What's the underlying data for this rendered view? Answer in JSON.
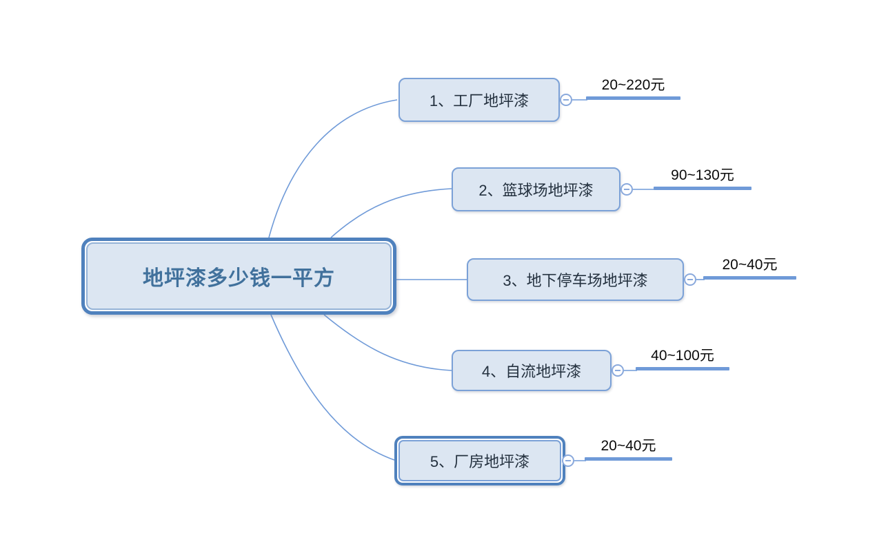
{
  "title": "地坪漆多少钱一平方",
  "branches": [
    {
      "label": "1、工厂地坪漆",
      "price": "20~220元",
      "selected": false
    },
    {
      "label": "2、篮球场地坪漆",
      "price": "90~130元",
      "selected": false
    },
    {
      "label": "3、地下停车场地坪漆",
      "price": "20~40元",
      "selected": false
    },
    {
      "label": "4、自流地坪漆",
      "price": "40~100元",
      "selected": false
    },
    {
      "label": "5、厂房地坪漆",
      "price": "20~40元",
      "selected": true
    }
  ],
  "icons": {
    "toggle": "minus-icon"
  },
  "colors": {
    "background": "#ffffff",
    "node_fill": "#dce6f2",
    "node_border": "#7ba1d7",
    "primary_border": "#4f81bd",
    "central_text": "#41719c",
    "branch_text": "#24313f",
    "price_text": "#0b0b0b",
    "connector": "#6f9ad8"
  }
}
